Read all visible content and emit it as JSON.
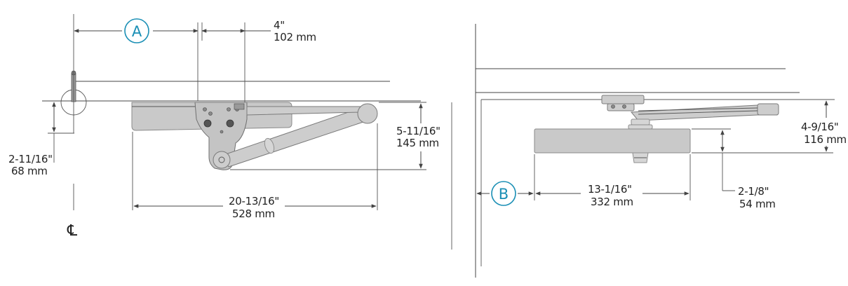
{
  "colors": {
    "callout_accent": "#1a8fb5",
    "line": "#444444",
    "text": "#222222",
    "closer_body": "#c9c9c9"
  },
  "left_view": {
    "callout_a": "A",
    "centerline_symbol": "℄",
    "dim_4in": {
      "imperial": "4\"",
      "metric": "102 mm"
    },
    "dim_5_11_16": {
      "imperial": "5-11/16\"",
      "metric": "145 mm"
    },
    "dim_2_11_16": {
      "imperial": "2-11/16\"",
      "metric": "68 mm"
    },
    "dim_20_13_16": {
      "imperial": "20-13/16\"",
      "metric": "528 mm"
    }
  },
  "right_view": {
    "callout_b": "B",
    "dim_13_1_16": {
      "imperial": "13-1/16\"",
      "metric": "332 mm"
    },
    "dim_2_1_8": {
      "imperial": "2-1/8\"",
      "metric": "54 mm"
    },
    "dim_4_9_16": {
      "imperial": "4-9/16\"",
      "metric": "116 mm"
    }
  }
}
